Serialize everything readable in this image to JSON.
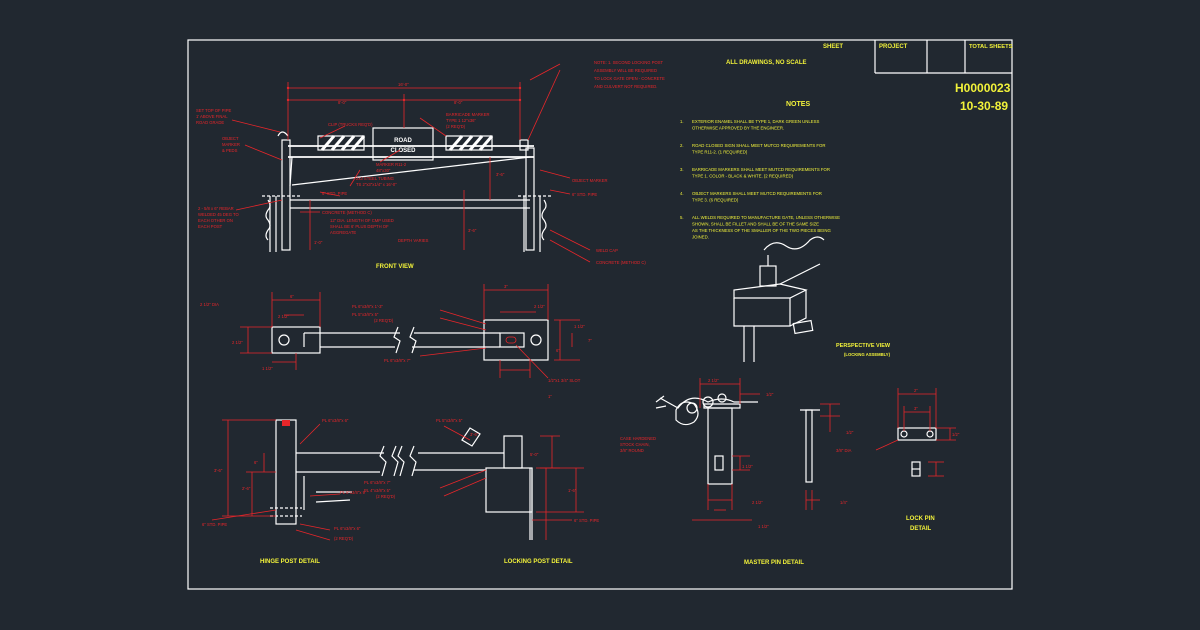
{
  "title_block": {
    "sheet_label": "SHEET",
    "project_label": "PROJECT",
    "total_sheets_label": "TOTAL SHEETS",
    "drawing_number": "H0000023",
    "date": "10-30-89"
  },
  "scale_note": "ALL DRAWINGS, NO SCALE",
  "notes": {
    "heading": "NOTES",
    "items": [
      [
        "EXTERIOR ENAMEL SHALL BE TYPE 1, DARK GREEN UNLESS",
        "OTHERWISE APPROVED BY THE ENGINEER."
      ],
      [
        "ROAD CLOSED SIGN SHALL MEET MUTCD REQUIREMENTS FOR",
        "TYPE R11-2. (1 REQUIRED)"
      ],
      [
        "BARRICADE MARKERS SHALL MEET MUTCD REQUIREMENTS FOR",
        "TYPE 1. COLOR - BLACK & WHITE. (2 REQUIRED)"
      ],
      [
        "OBJECT MARKERS SHALL MEET MUTCD REQUIREMENTS FOR",
        "TYPE 3. (6 REQUIRED)"
      ],
      [
        "ALL WELDS REQUIRED TO MANUFACTURE GATE, UNLESS OTHERWISE",
        "SHOWN, SHALL BE FILLET AND SHALL BE OF THE SAME SIZE",
        "AS THE THICKNESS OF THE SMALLER OF THE TWO PIECES BEING",
        "JOINED."
      ]
    ]
  },
  "view_titles": {
    "front": "FRONT VIEW",
    "perspective": "PERSPECTIVE VIEW",
    "perspective_sub": "(LOCKING ASSEMBLY)",
    "hinge": "HINGE POST DETAIL",
    "locking": "LOCKING POST DETAIL",
    "master_pin": "MASTER PIN DETAIL",
    "lock_pin": "LOCK PIN",
    "lock_pin_sub": "DETAIL"
  },
  "sign": {
    "line1": "ROAD",
    "line2": "CLOSED"
  },
  "labels": {
    "note_lock_post": [
      "NOTE: 1. SECOND LOCKING POST",
      "ASSEMBLY WILL BE REQUIRED",
      "TO LOCK GATE OPEN - CONCRETE",
      "AND CULVERT NOT REQUIRED."
    ],
    "set_top_pipe": [
      "SET TOP OF PIPE",
      "1' ABOVE FINAL",
      "ROAD GRADE"
    ],
    "object_marker_left": [
      "OBJECT",
      "MARKER",
      "& PEDS"
    ],
    "barricade_marker": [
      "BARRICADE MARKER",
      "TYPE 1 12\"x36\"",
      "(2 REQ'D)"
    ],
    "clip": "CLIP (TRUCKS REQ'D)",
    "marker_r": [
      "MARKER R11-2",
      "48\"x30\""
    ],
    "steel_tubing": [
      "2x3 STEEL TUBING",
      "TS 2\"x3\"x1/4\" x 16'-0\""
    ],
    "std_pipe": "6\" STD. PIPE",
    "std_pipe_r": "6\" STD. PIPE",
    "concrete": "CONCRETE (METHOD C)",
    "culvert": [
      "12\" DIA. LENGTH OF CMP USED",
      "SHALL BE 6' PLUS DEPTH OF",
      "AGGREGATE"
    ],
    "depth_varies": "DEPTH VARIES",
    "object_marker_r": "OBJECT MARKER",
    "weld_left": [
      "2 - 5/8 x 6\" REBAR",
      "WELDED 45 DEG TO",
      "EACH OTHER ON",
      "EACH POST"
    ],
    "weld_cap": "WELD CAP",
    "concrete_r": "CONCRETE (METHOD C)",
    "plan_b": [
      "PL 6\"x3/8\"x 1'-3\"",
      "PL 5\"x3/8\"x 5\"",
      "(2 REQ'D)"
    ],
    "plan_c": "PL 6\"x3/8\"x 7\"",
    "slot": "1/2\"x1 3/4\" SLOT",
    "hinge_a": "PL 6\"x3/8\"x 6\"",
    "hinge_b": [
      "PL 6\"x3/8\"x 9\"",
      "PL 6\"x3/8\"x 6\"",
      "(2 REQ'D)"
    ],
    "lock_a": "PL 5\"x3/8\"x 5\"",
    "lock_b": [
      "PL 6\"x3/8\"x 7\"",
      "PL 4\"x3/8\"x 5\"",
      "(2 REQ'D)"
    ],
    "std_pipe_h": "6\" STD. PIPE",
    "std_pipe_l": "6\" STD. PIPE",
    "chain": [
      "CASE HARDENED",
      "STOCK CHAIN,",
      "3/8\" ROUND"
    ]
  },
  "dims": {
    "top_total": "16'-0\"",
    "top_left": "8'-0\"",
    "top_right": "8'-0\"",
    "h1": "3'-6\"",
    "h2": "3'-6\"",
    "h3": "1'-0\"",
    "p1": "2 1/2\" DIA",
    "p2": "6\"",
    "p3": "2 1/2\"",
    "p4": "2 1/2\"",
    "p5": "1 1/2\"",
    "p6": "3\"",
    "p7": "2 1/2\"",
    "p8": "1 1/2\"",
    "p9": "7\"",
    "p10": "6\"",
    "p11": "1\"",
    "m1": "2 1/2\"",
    "m2": "1/2\"",
    "m3": "1 1/2\"",
    "m4": "2 1/2\"",
    "m5": "1 1/2\"",
    "m6": "1/2\"",
    "m7": "3/8\" DIA",
    "m8": "1/4\"",
    "l1": "2\"",
    "l2": "3\"",
    "l3": "1/2\"",
    "hd1": "3'-6\"",
    "hd2": "2'-6\"",
    "hd3": "6\"",
    "ld1": "3'-6\"",
    "ld2": "5'-0\"",
    "ld3": "1'-6\""
  },
  "colors": {
    "background": "#212830",
    "line": "#ffffff",
    "dimension": "#e8262a",
    "text": "#f2f23a"
  }
}
